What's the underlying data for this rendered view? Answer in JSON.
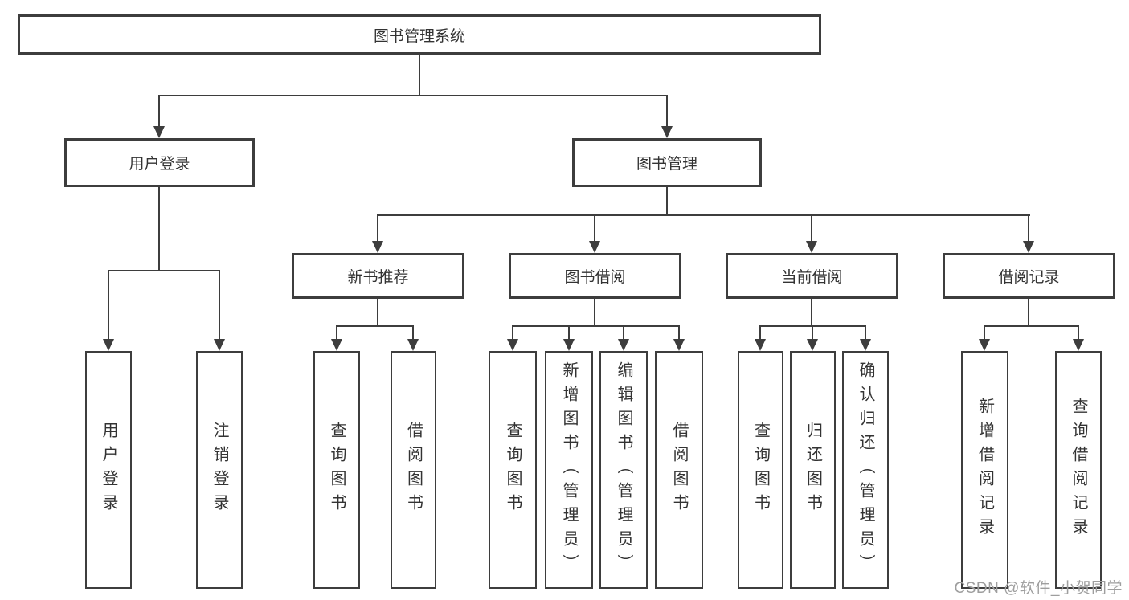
{
  "diagram": {
    "root": {
      "label": "图书管理系统"
    },
    "level2": [
      {
        "label": "用户登录"
      },
      {
        "label": "图书管理"
      }
    ],
    "level3": [
      {
        "label": "新书推荐"
      },
      {
        "label": "图书借阅"
      },
      {
        "label": "当前借阅"
      },
      {
        "label": "借阅记录"
      }
    ],
    "leaves": {
      "user_login": [
        "用户登录",
        "注销登录"
      ],
      "new_book": [
        "查询图书",
        "借阅图书"
      ],
      "book_borrow": [
        "查询图书",
        "新增图书（管理员）",
        "编辑图书（管理员）",
        "借阅图书"
      ],
      "current_borrow": [
        "查询图书",
        "归还图书",
        "确认归还（管理员）"
      ],
      "borrow_record": [
        "新增借阅记录",
        "查询借阅记录"
      ]
    },
    "watermark": "CSDN @软件_小贺同学",
    "colors": {
      "border": "#3d3d3d",
      "text": "#333333",
      "watermark": "#9e9e9e",
      "background": "#ffffff"
    }
  }
}
